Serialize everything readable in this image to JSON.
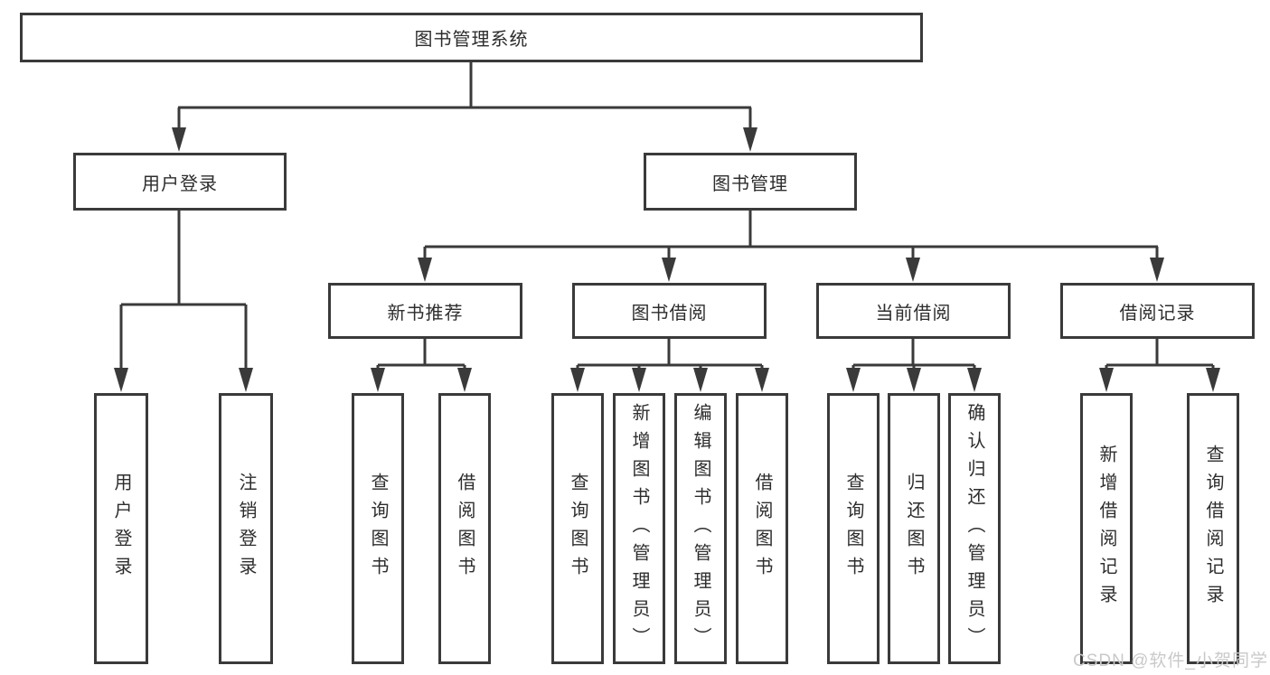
{
  "tree": {
    "root": "图书管理系统",
    "user_login": {
      "label": "用户登录",
      "children": {
        "login": "用户登录",
        "logout": "注销登录"
      }
    },
    "book_management": {
      "label": "图书管理",
      "new_book_recommend": {
        "label": "新书推荐",
        "children": {
          "query_books": "查询图书",
          "borrow_books": "借阅图书"
        }
      },
      "book_borrow": {
        "label": "图书借阅",
        "children": {
          "query_books": "查询图书",
          "add_books_admin": "新增图书（管理员）",
          "edit_books_admin": "编辑图书（管理员）",
          "borrow_books": "借阅图书"
        }
      },
      "current_borrow": {
        "label": "当前借阅",
        "children": {
          "query_books": "查询图书",
          "return_books": "归还图书",
          "confirm_return_admin": "确认归还（管理员）"
        }
      },
      "borrow_records": {
        "label": "借阅记录",
        "children": {
          "add_record": "新增借阅记录",
          "query_record": "查询借阅记录"
        }
      }
    }
  },
  "watermark": "CSDN @软件_小贺同学",
  "colors": {
    "line": "#3a3a3a",
    "text": "#2d2d2d",
    "watermark": "#c9c9c9",
    "background": "#ffffff"
  }
}
